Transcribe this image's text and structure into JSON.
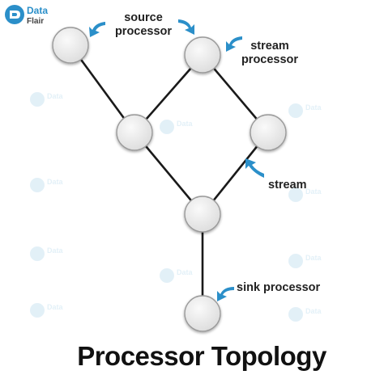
{
  "brand": {
    "logo_line1": "Data",
    "logo_line2": "Flair",
    "accent": "#2b8fc9",
    "logo_text_color": "#ffffff"
  },
  "diagram": {
    "title": "Processor Topology",
    "node_fill": "#ececec",
    "node_stroke": "#9a9a9a",
    "edge_color": "#1a1a1a",
    "arrow_color": "#2b8fc9",
    "labels": {
      "source_line1": "source",
      "source_line2": "processor",
      "stream_proc_line1": "stream",
      "stream_proc_line2": "processor",
      "stream": "stream",
      "sink": "sink processor"
    },
    "nodes": [
      "source-node",
      "stream-node-top",
      "stream-node-left",
      "stream-node-right",
      "stream-node-merge",
      "sink-node"
    ]
  }
}
